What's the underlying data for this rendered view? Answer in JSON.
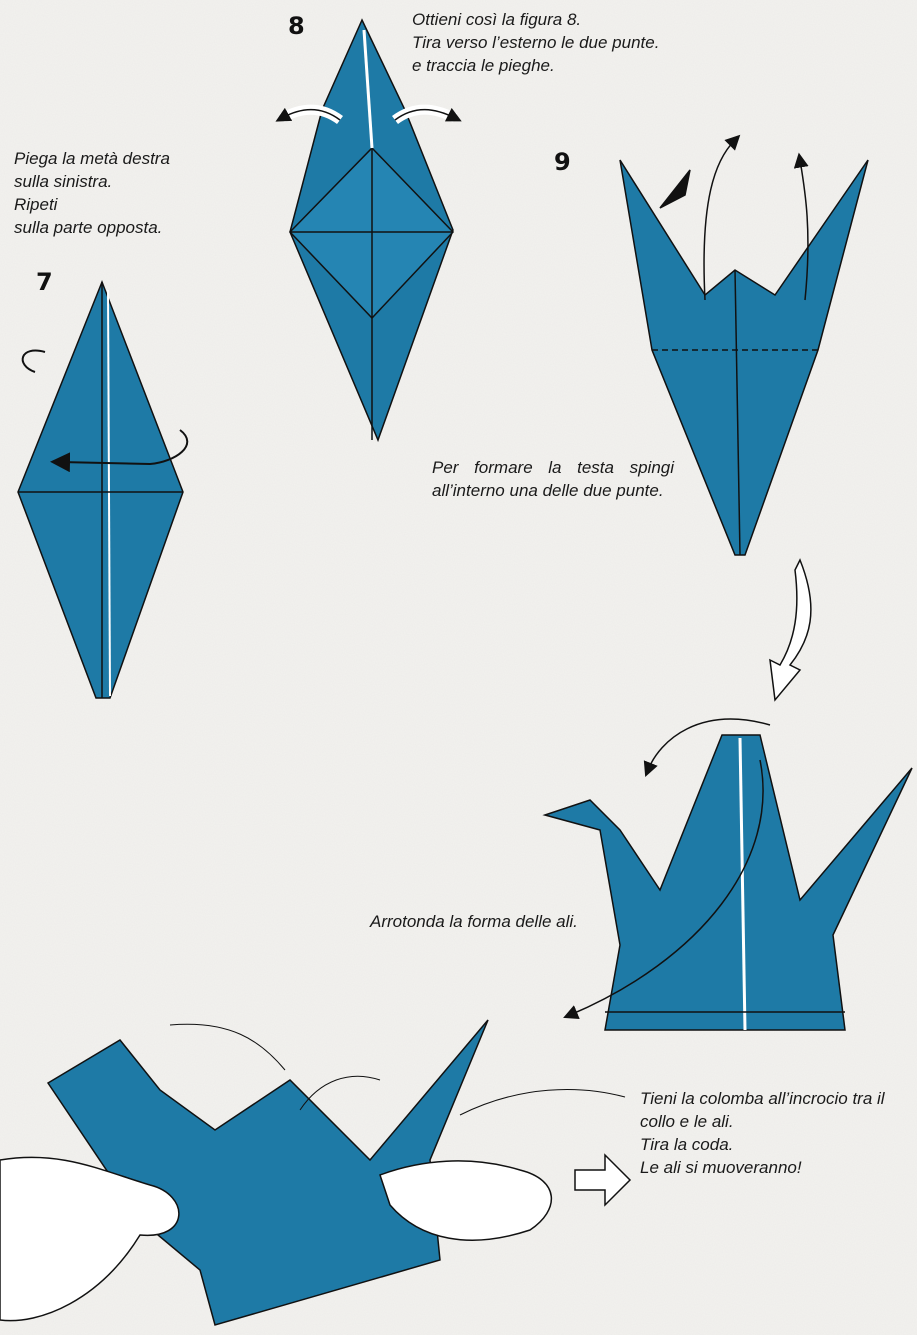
{
  "steps": {
    "s7": {
      "number": "7",
      "lines": [
        "Piega la metà destra",
        "sulla sinistra.",
        "Ripeti",
        "sulla parte opposta."
      ]
    },
    "s8": {
      "number": "8",
      "lines": [
        "Ottieni così la figura 8.",
        "Tira verso l’esterno le due punte.",
        "e traccia le pieghe."
      ]
    },
    "s9": {
      "number": "9",
      "text": "Per formare la testa spingi all’interno una delle due punte."
    },
    "s10": {
      "text": "Arrotonda la forma delle ali."
    },
    "s11": {
      "lines": [
        "Tieni la colomba all’incrocio tra il",
        "collo e le ali.",
        "Tira la coda.",
        "Le ali si muoveranno!"
      ]
    }
  },
  "colors": {
    "paper_blue": "#1e7aa6",
    "paper_dark": "#14597d",
    "background": "#f3f2ef",
    "ink": "#111111"
  }
}
